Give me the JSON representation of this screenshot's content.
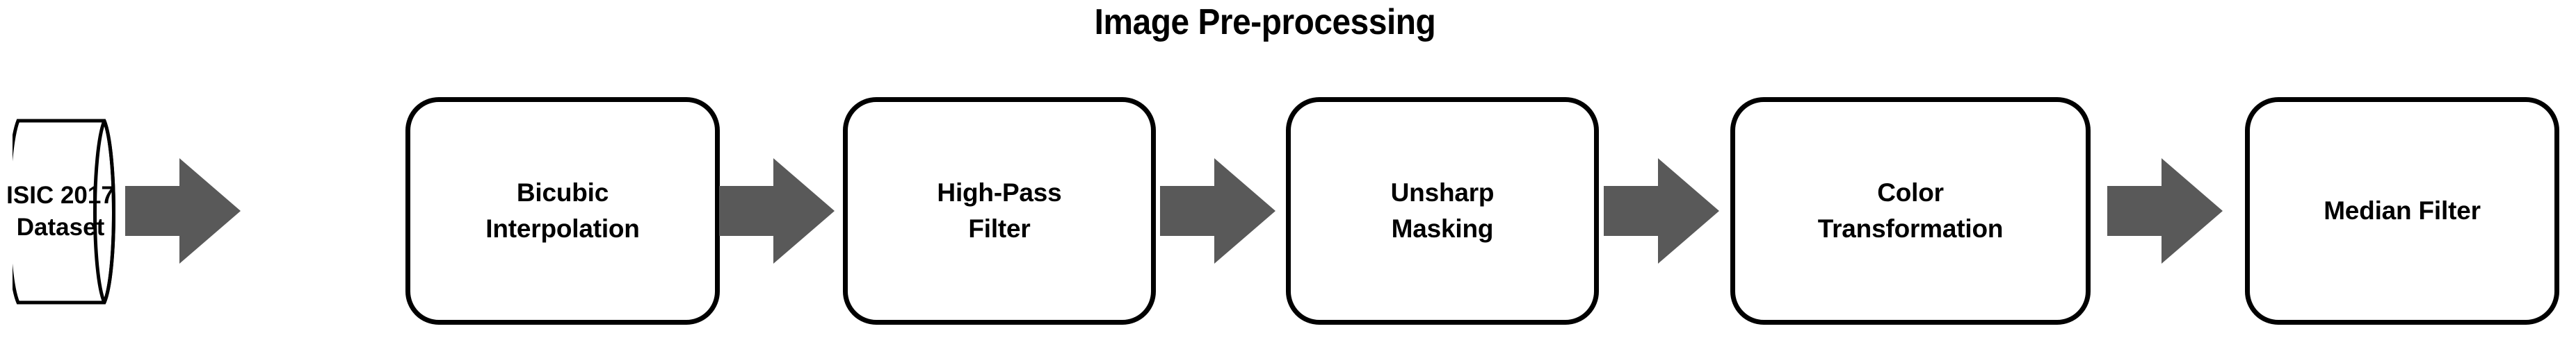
{
  "diagram": {
    "title": "Image Pre-processing",
    "type": "flowchart",
    "orientation": "left-to-right",
    "colors": {
      "arrow_fill": "#595959",
      "node_stroke": "#000000",
      "node_fill": "#ffffff",
      "text": "#000000",
      "background": "#ffffff"
    },
    "source": {
      "shape": "cylinder",
      "label_line1": "ISIC 2017",
      "label_line2": "Dataset"
    },
    "nodes": [
      {
        "id": "bicubic-interpolation",
        "shape": "rounded-rect",
        "label_line1": "Bicubic",
        "label_line2": "Interpolation"
      },
      {
        "id": "high-pass-filter",
        "shape": "rounded-rect",
        "label_line1": "High-Pass",
        "label_line2": "Filter"
      },
      {
        "id": "unsharp-masking",
        "shape": "rounded-rect",
        "label_line1": "Unsharp",
        "label_line2": "Masking"
      },
      {
        "id": "color-transformation",
        "shape": "rounded-rect",
        "label_line1": "Color",
        "label_line2": "Transformation"
      },
      {
        "id": "median-filter",
        "shape": "rounded-rect",
        "label_line1": "Median Filter",
        "label_line2": ""
      }
    ],
    "connectors": [
      {
        "id": "arrow-dataset-to-bicubic",
        "from": "isic-2017-dataset",
        "to": "bicubic-interpolation",
        "glyph": "right-arrow"
      },
      {
        "id": "arrow-bicubic-to-highpass",
        "from": "bicubic-interpolation",
        "to": "high-pass-filter",
        "glyph": "right-arrow"
      },
      {
        "id": "arrow-highpass-to-unsharp",
        "from": "high-pass-filter",
        "to": "unsharp-masking",
        "glyph": "right-arrow"
      },
      {
        "id": "arrow-unsharp-to-color",
        "from": "unsharp-masking",
        "to": "color-transformation",
        "glyph": "right-arrow"
      },
      {
        "id": "arrow-color-to-median",
        "from": "color-transformation",
        "to": "median-filter",
        "glyph": "right-arrow"
      }
    ]
  }
}
